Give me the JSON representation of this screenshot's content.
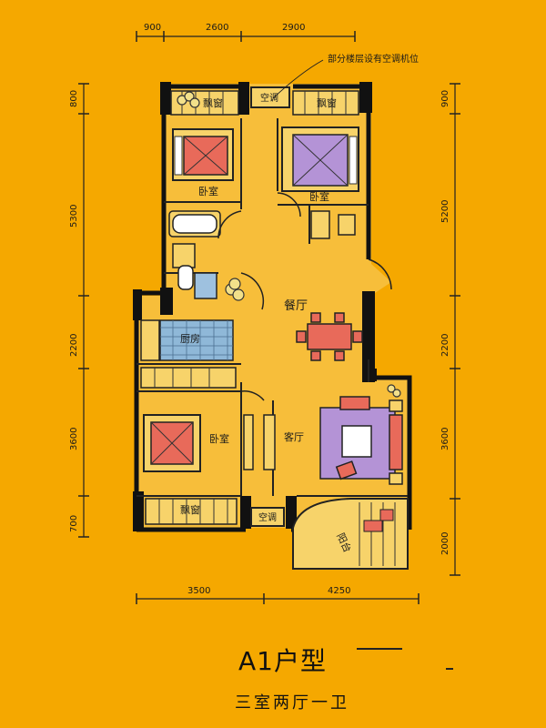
{
  "plan": {
    "top_dims": [
      "900",
      "2600",
      "2900"
    ],
    "bottom_dims": [
      "3500",
      "4250"
    ],
    "left_dims": [
      "800",
      "5300",
      "2200",
      "3600",
      "700"
    ],
    "right_dims": [
      "900",
      "5200",
      "2200",
      "3600",
      "2000"
    ],
    "note": "部分楼层设有空调机位",
    "rooms": {
      "bedroom_master": "卧室",
      "bedroom_second": "卧室",
      "bedroom_third": "卧室",
      "dining": "餐厅",
      "living": "客厅",
      "kitchen": "厨房",
      "bay_window_top_left": "飘窗",
      "bay_window_top_right": "飘窗",
      "bay_window_bottom": "飘窗",
      "balcony": "阳台",
      "ac_label_top": "空调",
      "ac_label_bottom": "空调"
    }
  },
  "title": {
    "model": "A1户型",
    "layout": "三室两厅一卫"
  },
  "colors": {
    "background": "#F5A800",
    "wall": "#111111",
    "bed": "#E86A5A",
    "bed_violet": "#B493D6",
    "rug": "#B493D6",
    "kitchen_tile": "#8FB8D8",
    "plant": "#F2E08A",
    "floor": "#F7C74A"
  }
}
